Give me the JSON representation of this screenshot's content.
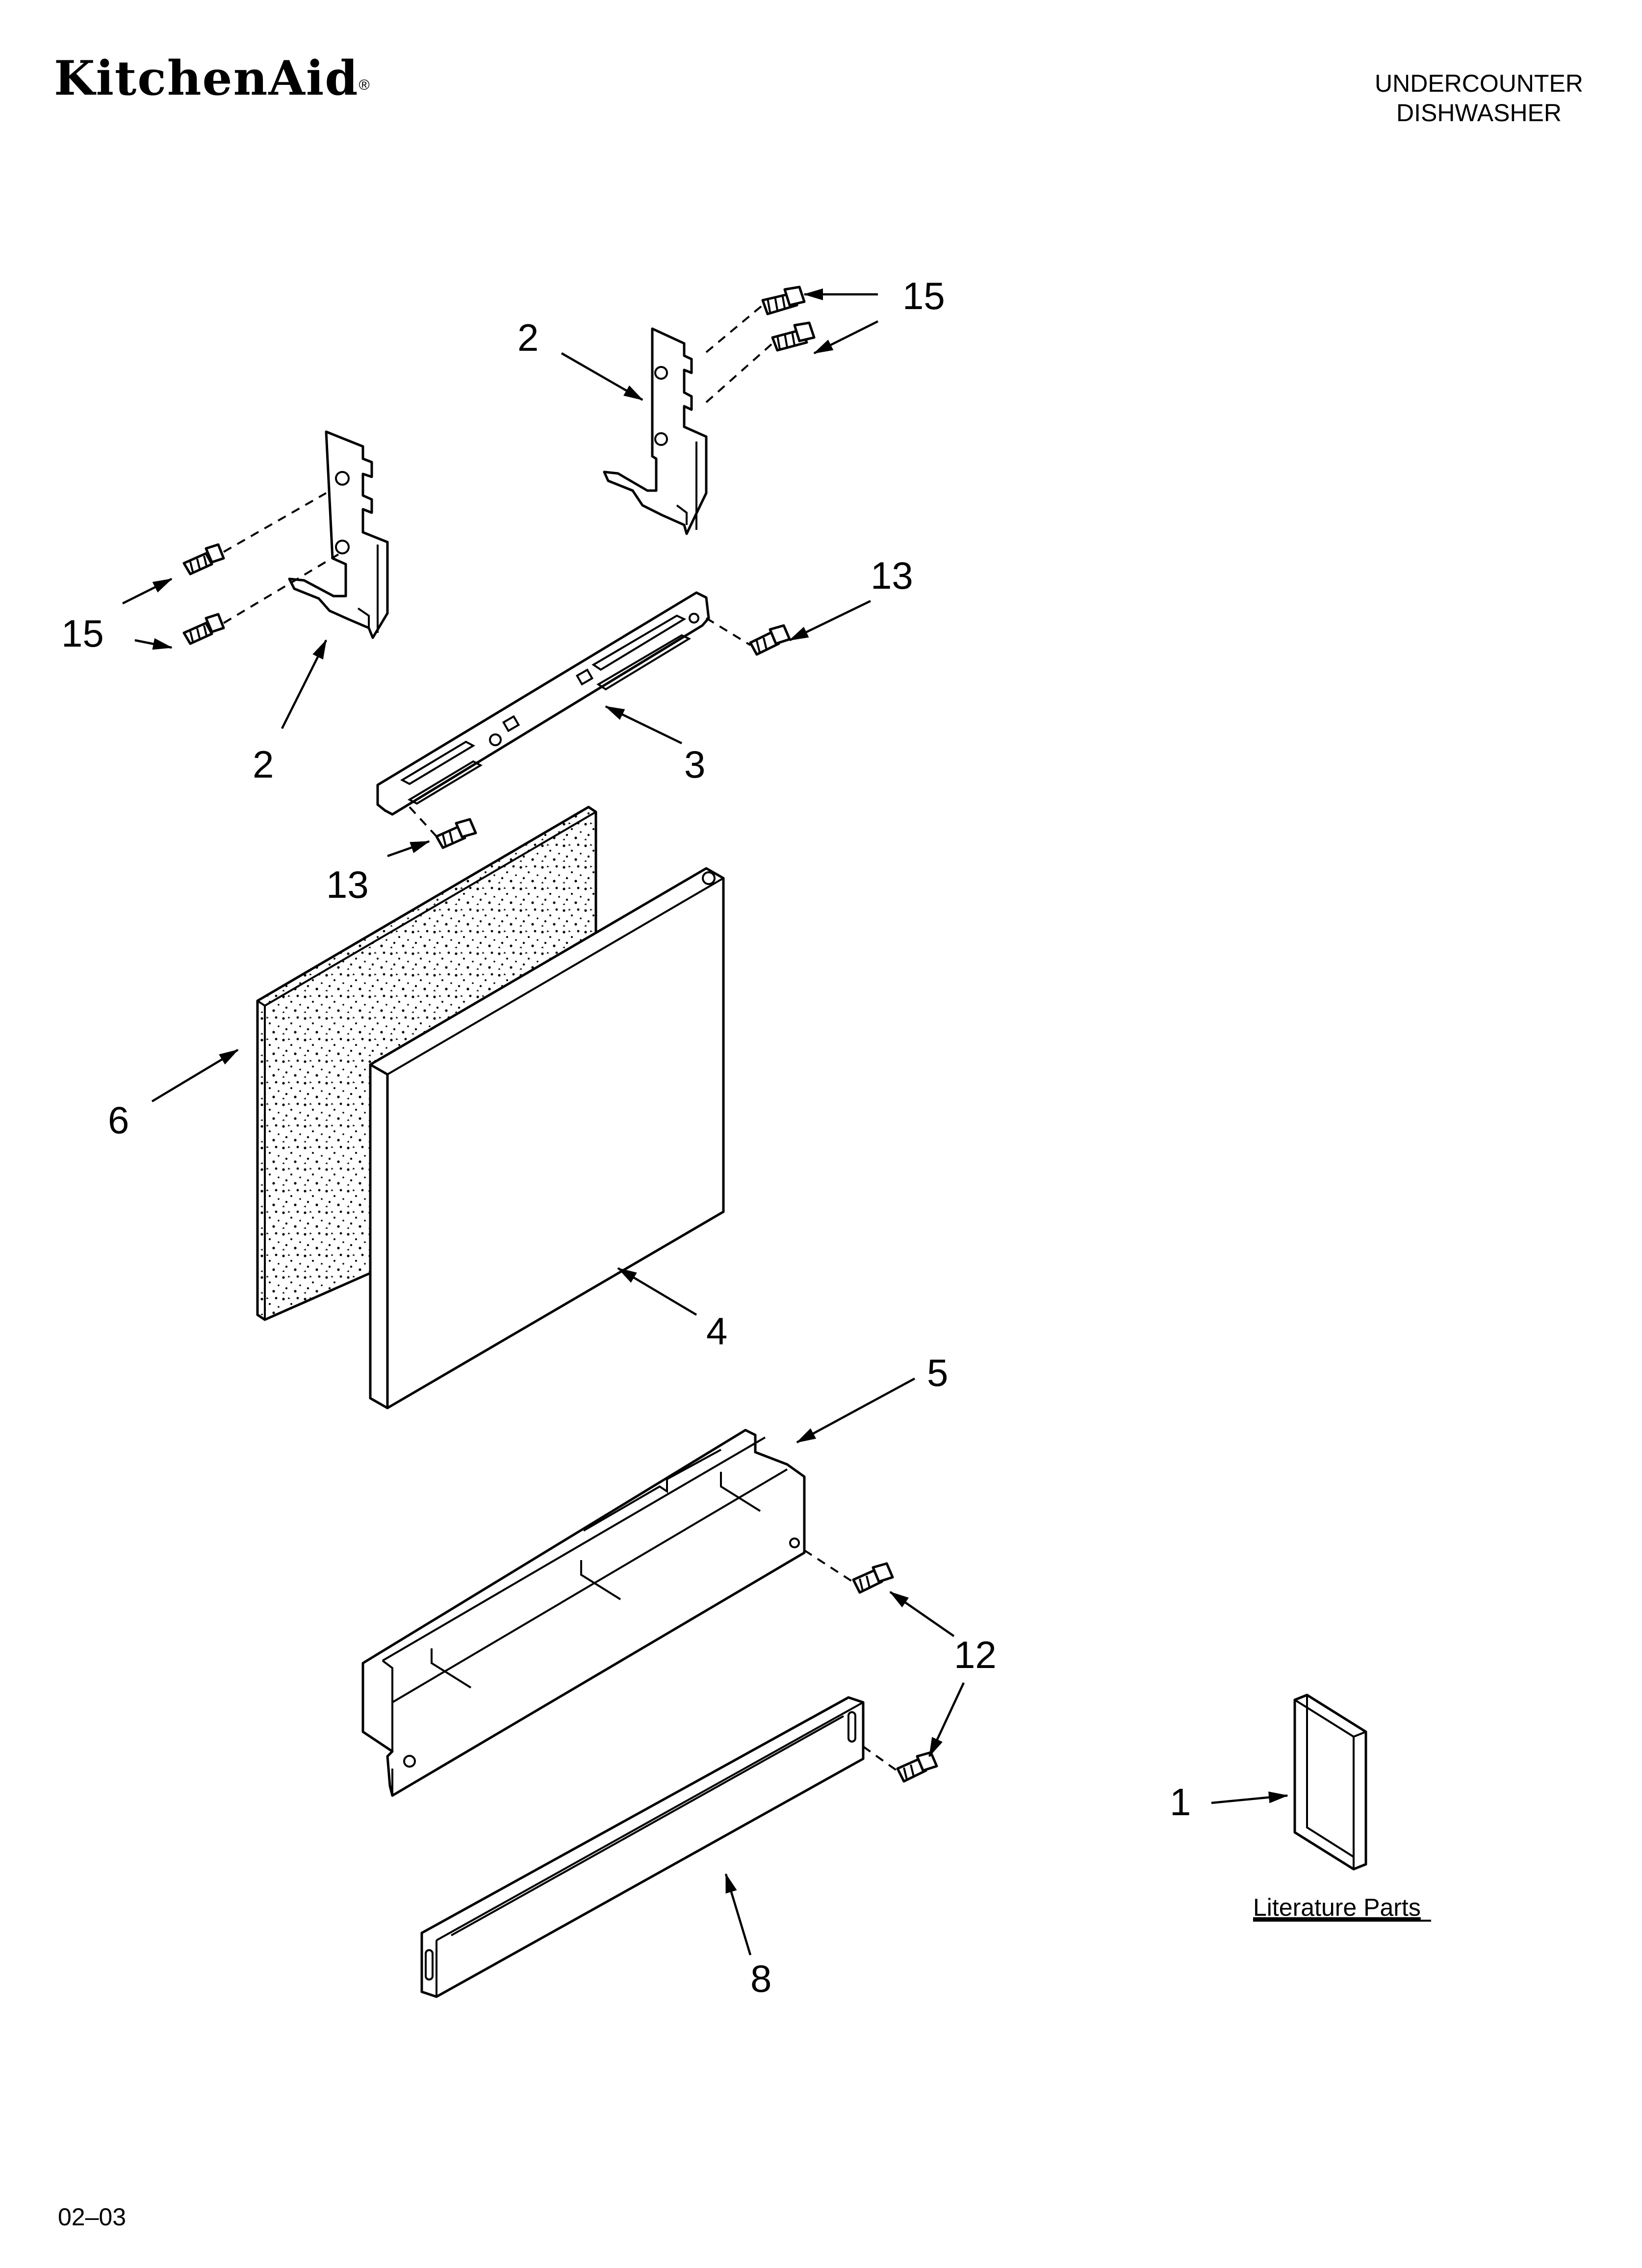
{
  "header": {
    "brand": "KitchenAid",
    "brand_mark": "®",
    "title_line1": "UNDERCOUNTER",
    "title_line2": "DISHWASHER"
  },
  "callouts": {
    "c2_top": "2",
    "c15_top": "15",
    "c15_left": "15",
    "c2_left": "2",
    "c13_right": "13",
    "c3": "3",
    "c13_left": "13",
    "c6": "6",
    "c4": "4",
    "c5": "5",
    "c12": "12",
    "c1": "1",
    "c8": "8"
  },
  "literature_label": "Literature Parts",
  "footer": {
    "code": "02–03"
  }
}
